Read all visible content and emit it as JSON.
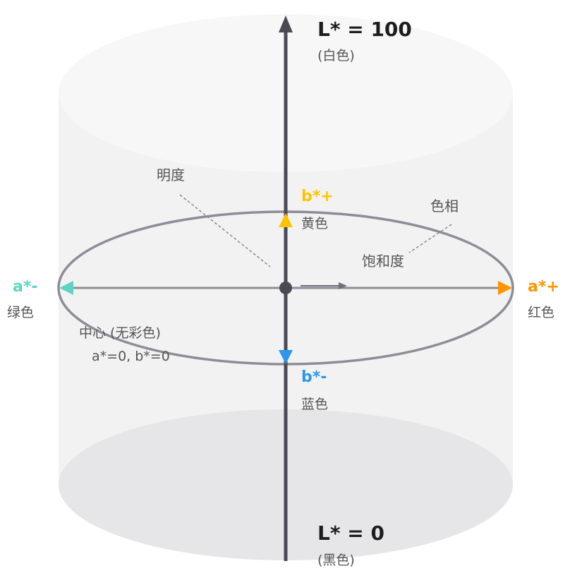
{
  "colors": {
    "axis": "#4a4a55",
    "ring": "#8e8c96",
    "guide": "#8a8a8a",
    "a_plus": "#ff9500",
    "a_minus": "#5fd3c4",
    "b_plus": "#ffc400",
    "b_minus": "#2b97f0"
  },
  "labels": {
    "l_top": "L* = 100",
    "l_top_sub": "(白色)",
    "l_bottom": "L* = 0",
    "l_bottom_sub": "(黑色)",
    "a_plus": "a*+",
    "a_plus_sub": "红色",
    "a_minus": "a*-",
    "a_minus_sub": "绿色",
    "b_plus": "b*+",
    "b_plus_sub": "黄色",
    "b_minus": "b*-",
    "b_minus_sub": "蓝色",
    "lightness": "明度",
    "hue": "色相",
    "chroma": "饱和度",
    "center_title": "中心 (无彩色)",
    "center_values": "a*=0, b*=0"
  }
}
